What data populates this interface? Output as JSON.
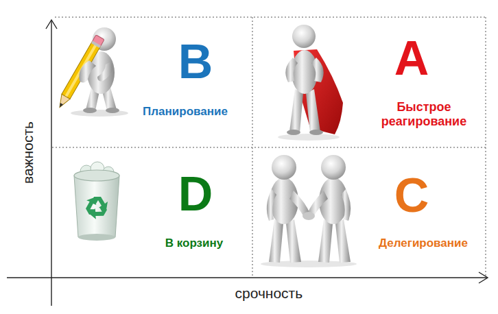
{
  "diagram": {
    "nodes": [
      {
        "text": [
          "B",
          "Планирование"
        ]
      },
      {
        "text": [
          "A",
          "Быстрое реагирование"
        ]
      },
      {
        "text": [
          "D",
          "В корзину"
        ]
      },
      {
        "text": [
          "C",
          "Делегирование"
        ]
      }
    ],
    "labels": [
      "важность",
      "срочность"
    ]
  }
}
